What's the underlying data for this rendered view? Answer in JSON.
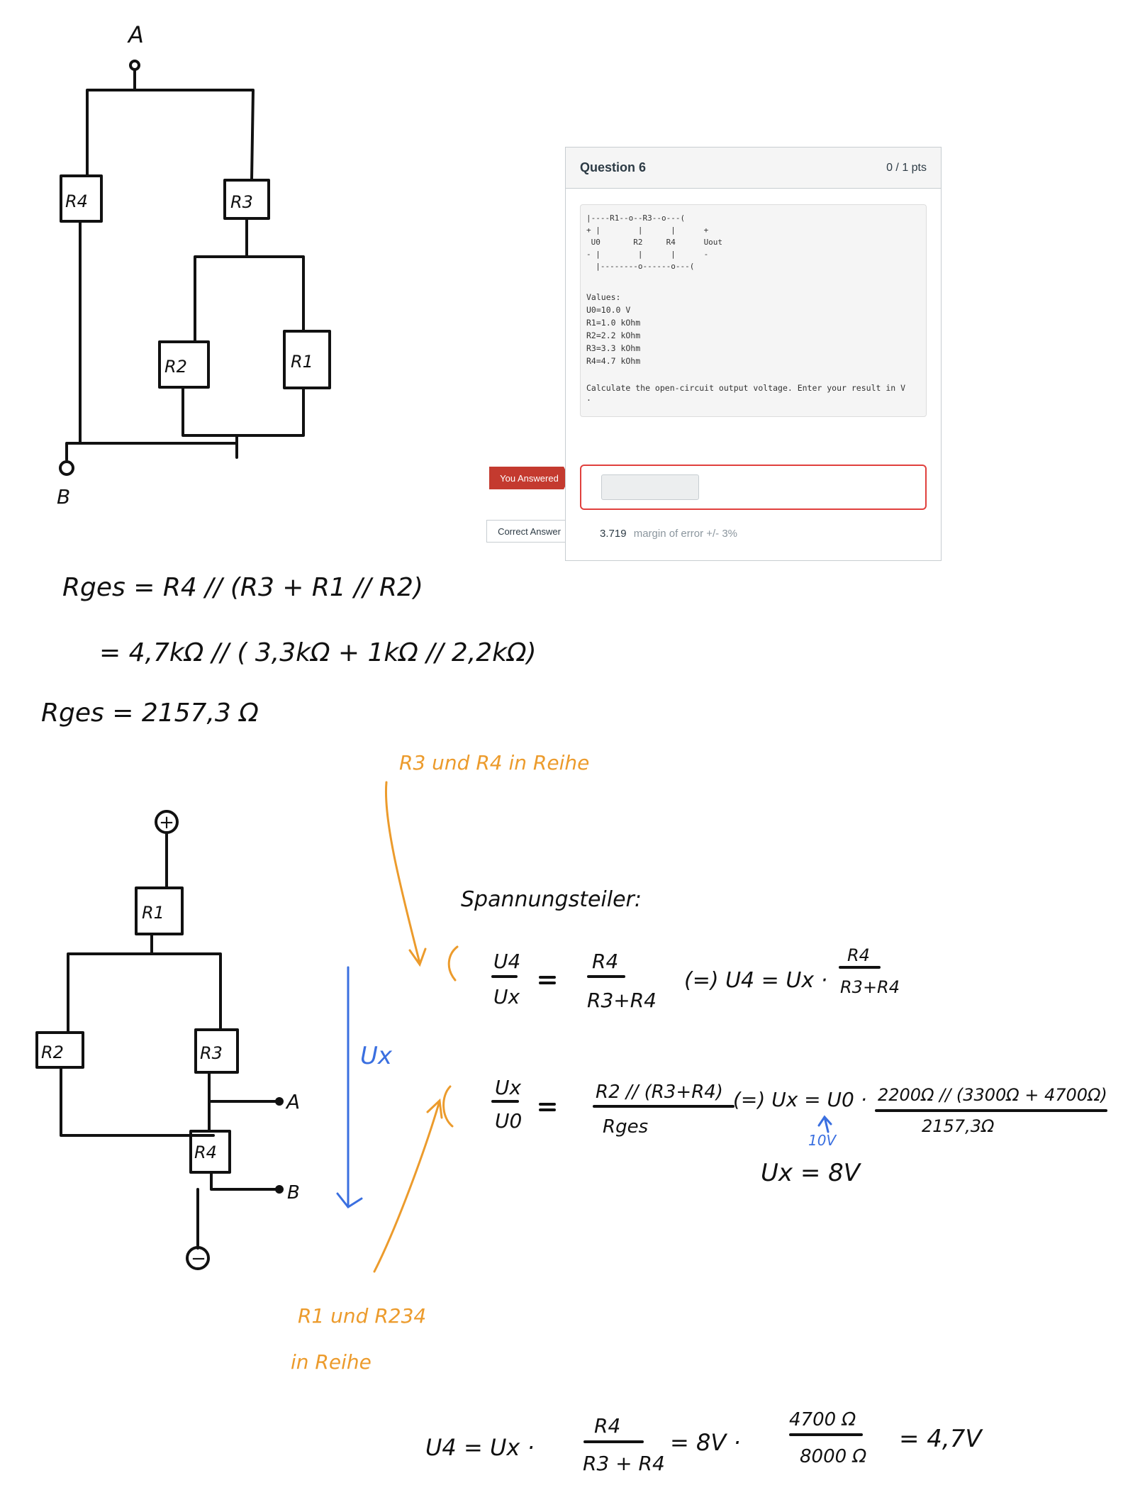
{
  "quiz": {
    "title": "Question 6",
    "points": "0 / 1 pts",
    "circuit_ascii": {
      "line1": "|----R1--o--R3--o---(",
      "line2": "+ |        |      |      +",
      "line3": " U0       R2     R4      Uout",
      "line4": "- |        |      |      -",
      "line5": "  |--------o------o---("
    },
    "values_heading": "Values:",
    "values": [
      "U0=10.0 V",
      "R1=1.0 kOhm",
      "R2=2.2 kOhm",
      "R3=3.3 kOhm",
      "R4=4.7 kOhm"
    ],
    "prompt": "Calculate the open-circuit output voltage. Enter your result in V",
    "prompt_end": ".",
    "you_answered_label": "You Answered",
    "answer_value": "",
    "correct_answer_label": "Correct Answer",
    "correct_value": "3.719",
    "margin_text": "margin of error +/- 3%"
  },
  "notes": {
    "node_a": "A",
    "node_b": "B",
    "r1": "R1",
    "r2": "R2",
    "r3": "R3",
    "r4": "R4",
    "plus": "+",
    "minus": "−",
    "rges_formula": "Rges = R4 // (R3 + R1 // R2)",
    "rges_numbers": "= 4,7kΩ // ( 3,3kΩ + 1kΩ // 2,2kΩ)",
    "rges_result": "Rges = 2157,3 Ω",
    "annot_r3_r4": "R3 und R4 in Reihe",
    "annot_r1_r234_line1": "R1 und R234",
    "annot_r1_r234_line2": "in Reihe",
    "spannungsteiler": "Spannungsteiler:",
    "eq1_lhs_num": "U4",
    "eq1_lhs_den": "Ux",
    "eq1_rhs_num": "R4",
    "eq1_rhs_den": "R3+R4",
    "eq1_result": "(=) U4 = Ux ·",
    "eq1_frac_num": "R4",
    "eq1_frac_den": "R3+R4",
    "eq2_lhs_num": "Ux",
    "eq2_lhs_den": "U0",
    "eq2_rhs_num": "R2 // (R3+R4)",
    "eq2_rhs_den": "Rges",
    "eq2_result": "(=) Ux = U0 ·",
    "eq2_frac_num": "2200Ω // (3300Ω + 4700Ω)",
    "eq2_frac_den": "2157,3Ω",
    "u0_note": "10V",
    "ux_result": "Ux = 8V",
    "ux_label": "Ux",
    "final_lhs": "U4 = Ux ·",
    "final_num1": "R4",
    "final_den1": "R3 + R4",
    "final_mid": "= 8V ·",
    "final_num2": "4700 Ω",
    "final_den2": "8000 Ω",
    "final_result": "= 4,7V",
    "equals": "=",
    "colors": {
      "orange": "#ec9b2c",
      "blue": "#3a6fe0",
      "red": "#c43a2f"
    }
  }
}
